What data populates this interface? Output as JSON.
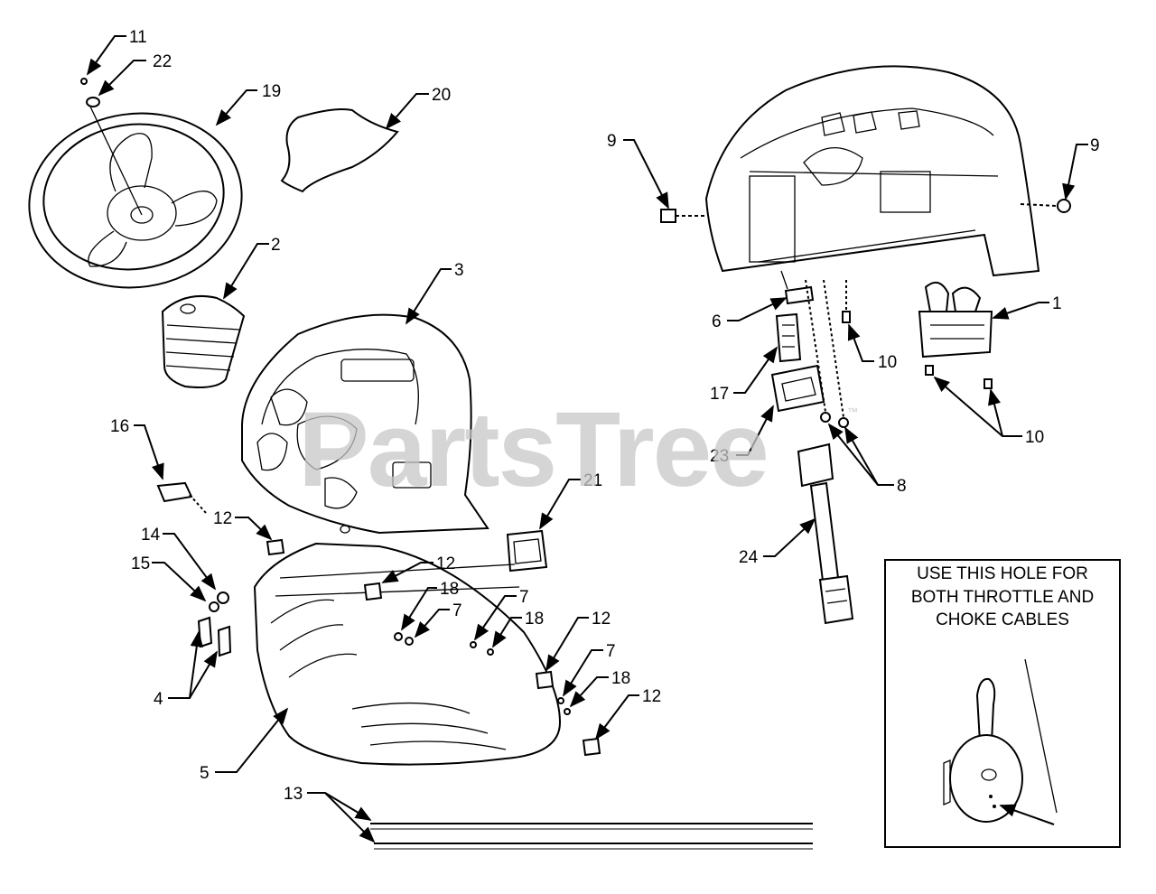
{
  "watermark": {
    "text": "PartsTree",
    "trademark": "™"
  },
  "callouts": [
    {
      "id": "11",
      "text": "11"
    },
    {
      "id": "22",
      "text": "22"
    },
    {
      "id": "19",
      "text": "19"
    },
    {
      "id": "20",
      "text": "20"
    },
    {
      "id": "2",
      "text": "2"
    },
    {
      "id": "3",
      "text": "3"
    },
    {
      "id": "16",
      "text": "16"
    },
    {
      "id": "21",
      "text": "21"
    },
    {
      "id": "12a",
      "text": "12"
    },
    {
      "id": "14",
      "text": "14"
    },
    {
      "id": "15",
      "text": "15"
    },
    {
      "id": "12b",
      "text": "12"
    },
    {
      "id": "18a",
      "text": "18"
    },
    {
      "id": "7a",
      "text": "7"
    },
    {
      "id": "7b",
      "text": "7"
    },
    {
      "id": "18b",
      "text": "18"
    },
    {
      "id": "12c",
      "text": "12"
    },
    {
      "id": "7c",
      "text": "7"
    },
    {
      "id": "18c",
      "text": "18"
    },
    {
      "id": "12d",
      "text": "12"
    },
    {
      "id": "4",
      "text": "4"
    },
    {
      "id": "5",
      "text": "5"
    },
    {
      "id": "13",
      "text": "13"
    },
    {
      "id": "9a",
      "text": "9"
    },
    {
      "id": "9b",
      "text": "9"
    },
    {
      "id": "1",
      "text": "1"
    },
    {
      "id": "6",
      "text": "6"
    },
    {
      "id": "10a",
      "text": "10"
    },
    {
      "id": "17",
      "text": "17"
    },
    {
      "id": "10b",
      "text": "10"
    },
    {
      "id": "23",
      "text": "23"
    },
    {
      "id": "8",
      "text": "8"
    },
    {
      "id": "24",
      "text": "24"
    }
  ],
  "inset_note": {
    "lines": [
      "USE THIS HOLE FOR",
      "BOTH THROTTLE AND",
      "CHOKE CABLES"
    ]
  }
}
